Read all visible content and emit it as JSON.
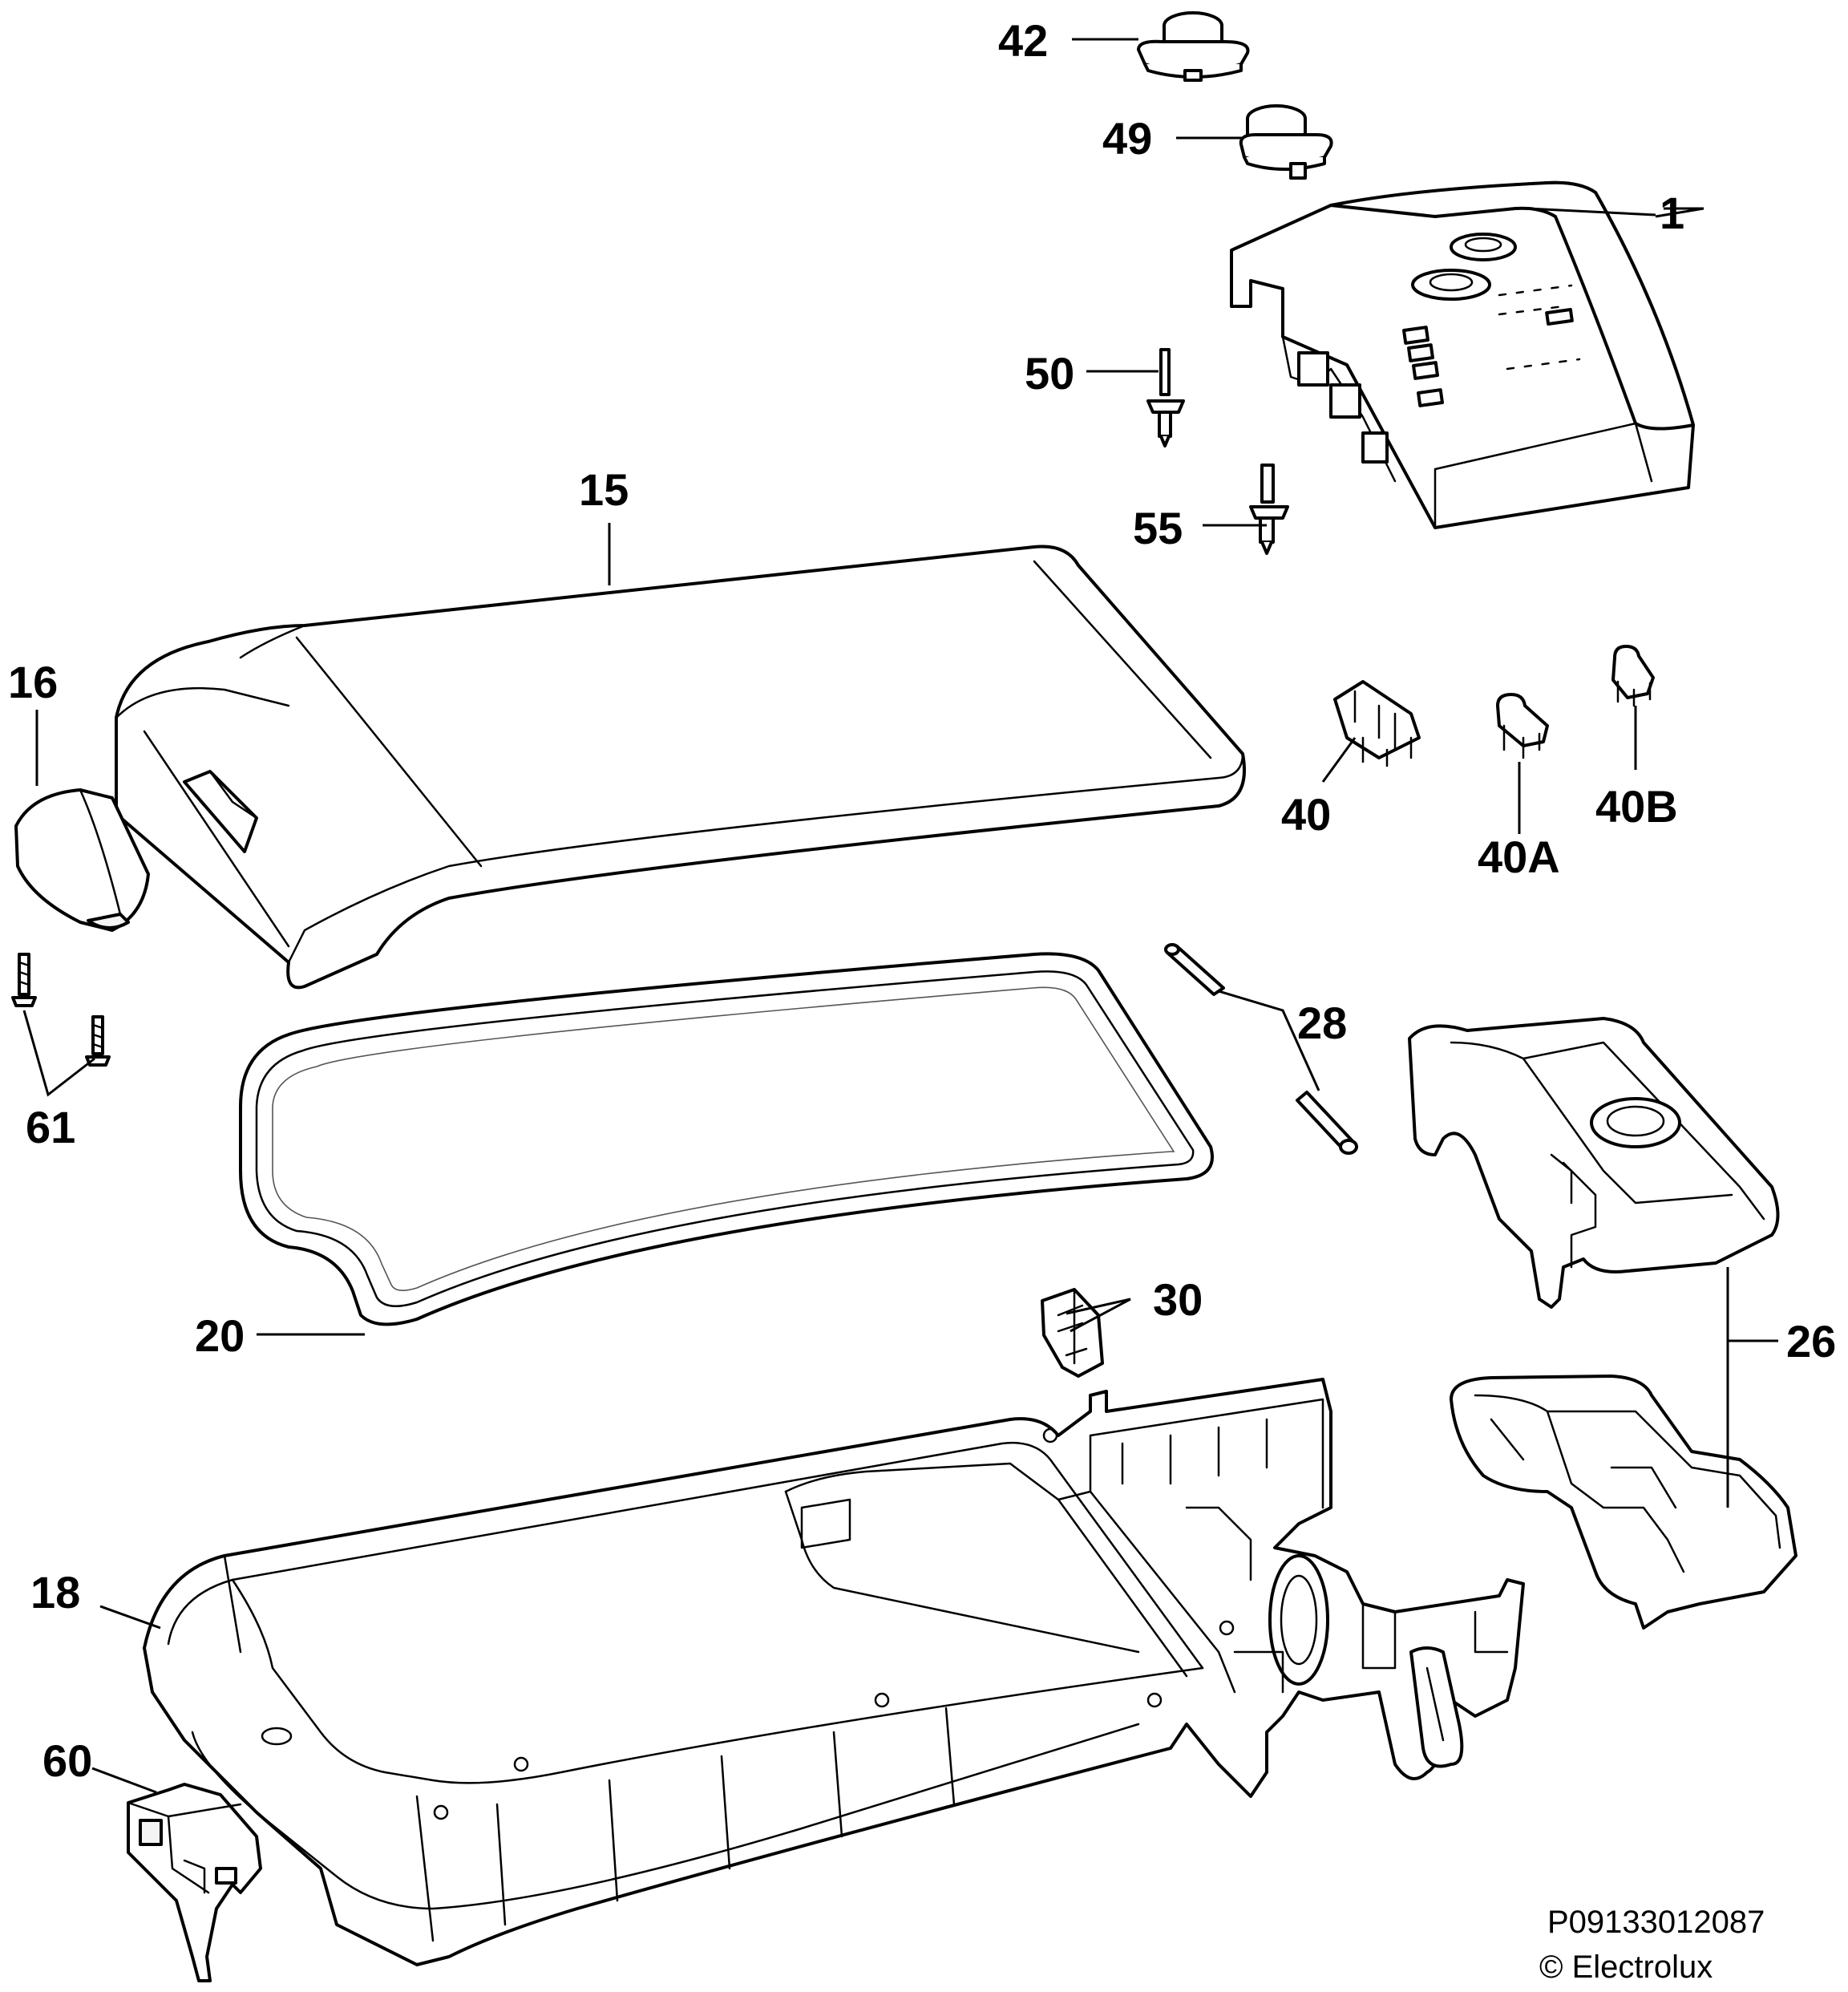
{
  "diagram": {
    "parts": [
      {
        "id": "part-1",
        "label": "1"
      },
      {
        "id": "part-15",
        "label": "15"
      },
      {
        "id": "part-16",
        "label": "16"
      },
      {
        "id": "part-18",
        "label": "18"
      },
      {
        "id": "part-20",
        "label": "20"
      },
      {
        "id": "part-26",
        "label": "26"
      },
      {
        "id": "part-28",
        "label": "28"
      },
      {
        "id": "part-30",
        "label": "30"
      },
      {
        "id": "part-40",
        "label": "40"
      },
      {
        "id": "part-40A",
        "label": "40A"
      },
      {
        "id": "part-40B",
        "label": "40B"
      },
      {
        "id": "part-42",
        "label": "42"
      },
      {
        "id": "part-49",
        "label": "49"
      },
      {
        "id": "part-50",
        "label": "50"
      },
      {
        "id": "part-55",
        "label": "55"
      },
      {
        "id": "part-60",
        "label": "60"
      },
      {
        "id": "part-61",
        "label": "61"
      }
    ]
  },
  "footer": {
    "code": "P09133012087",
    "copyright": "© Electrolux"
  }
}
